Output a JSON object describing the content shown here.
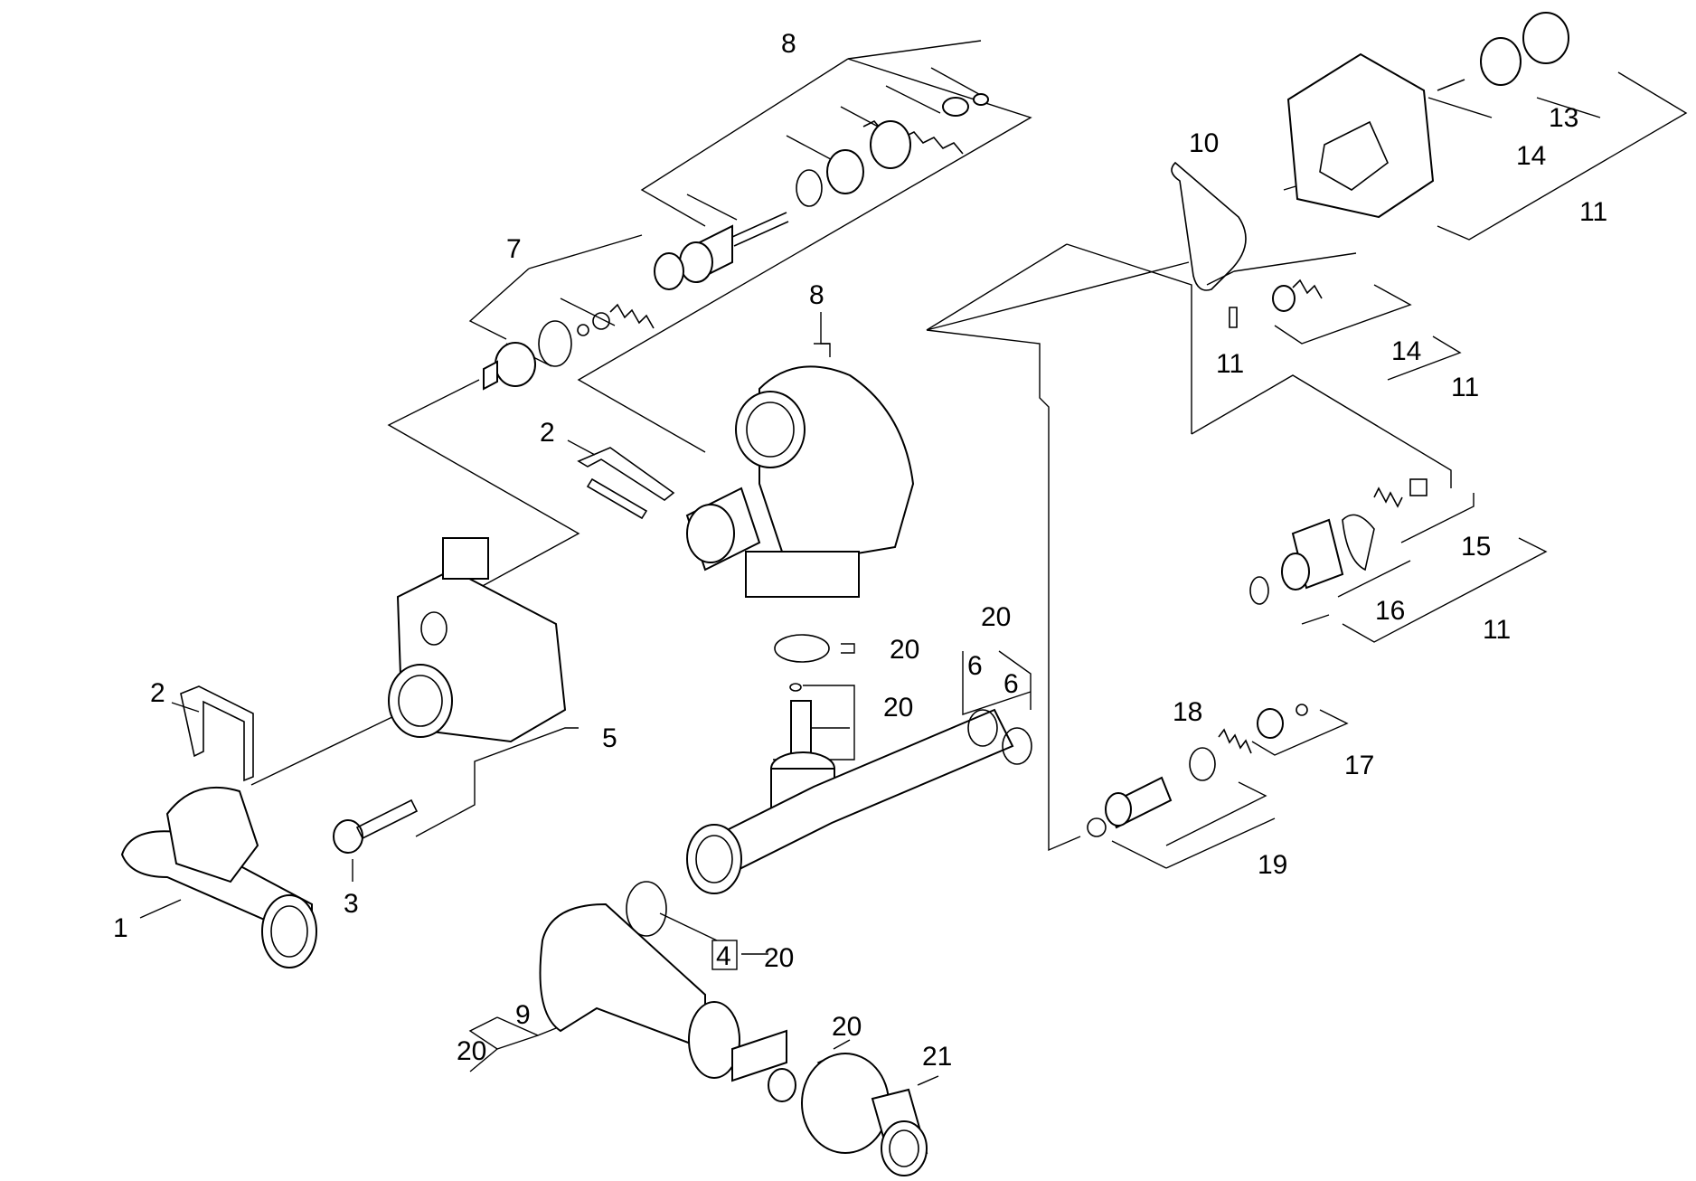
{
  "callouts": {
    "c1": "1",
    "c2a": "2",
    "c2b": "2",
    "c3": "3",
    "c4": "4",
    "c5": "5",
    "c6a": "6",
    "c6b": "6",
    "c7": "7",
    "c8a": "8",
    "c8b": "8",
    "c9": "9",
    "c10": "10",
    "c11a": "11",
    "c11b": "11",
    "c11c": "11",
    "c11d": "11",
    "c13": "13",
    "c14a": "14",
    "c14b": "14",
    "c15": "15",
    "c16": "16",
    "c17": "17",
    "c18": "18",
    "c19": "19",
    "c20a": "20",
    "c20b": "20",
    "c20c": "20",
    "c20d": "20",
    "c20e": "20",
    "c20f": "20",
    "c21": "21"
  }
}
